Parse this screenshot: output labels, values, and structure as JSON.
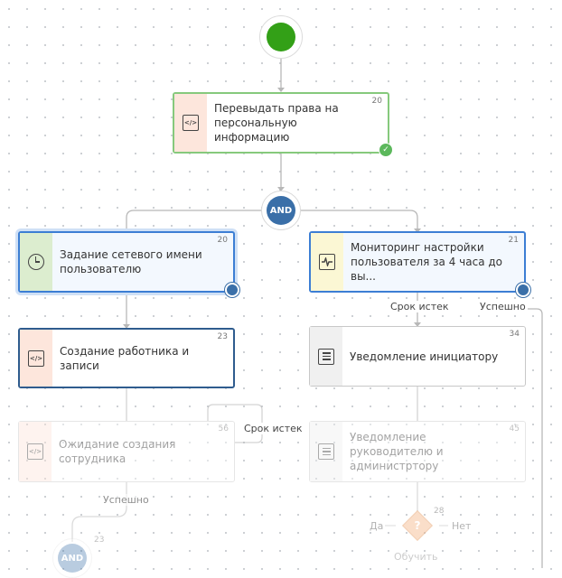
{
  "start": {
    "color": "#33a017"
  },
  "nodes": {
    "rights": {
      "num": "20",
      "label": "Перевыдать права на персональную информацию"
    },
    "task": {
      "num": "20",
      "label": "Задание сетевого имени пользователю"
    },
    "monitor": {
      "num": "21",
      "label": "Мониторинг настройки пользователя за 4 часа до вы..."
    },
    "create": {
      "num": "23",
      "label": "Создание работника и записи"
    },
    "notify": {
      "num": "34",
      "label": "Уведомление инициатору"
    },
    "wait": {
      "num": "56",
      "label": "Ожидание создания сотрудника"
    },
    "manager": {
      "num": "45",
      "label": "Уведомление руководителю и администртору"
    }
  },
  "and_gateway": {
    "label": "AND"
  },
  "and_gateway_bottom": {
    "label": "AND",
    "num": "23"
  },
  "decision": {
    "num": "28",
    "yes": "Да",
    "no": "Нет",
    "caption": "Обучить"
  },
  "edge_labels": {
    "srok1": "Срок истек",
    "uspeshno1": "Успешно",
    "srok2": "Срок истек",
    "uspeshno2": "Успешно"
  },
  "icons": {
    "rights": "code-icon",
    "task": "clock-icon",
    "monitor": "monitor-wave-icon",
    "create": "code-icon",
    "notify": "document-icon",
    "wait": "code-icon",
    "manager": "document-icon"
  }
}
